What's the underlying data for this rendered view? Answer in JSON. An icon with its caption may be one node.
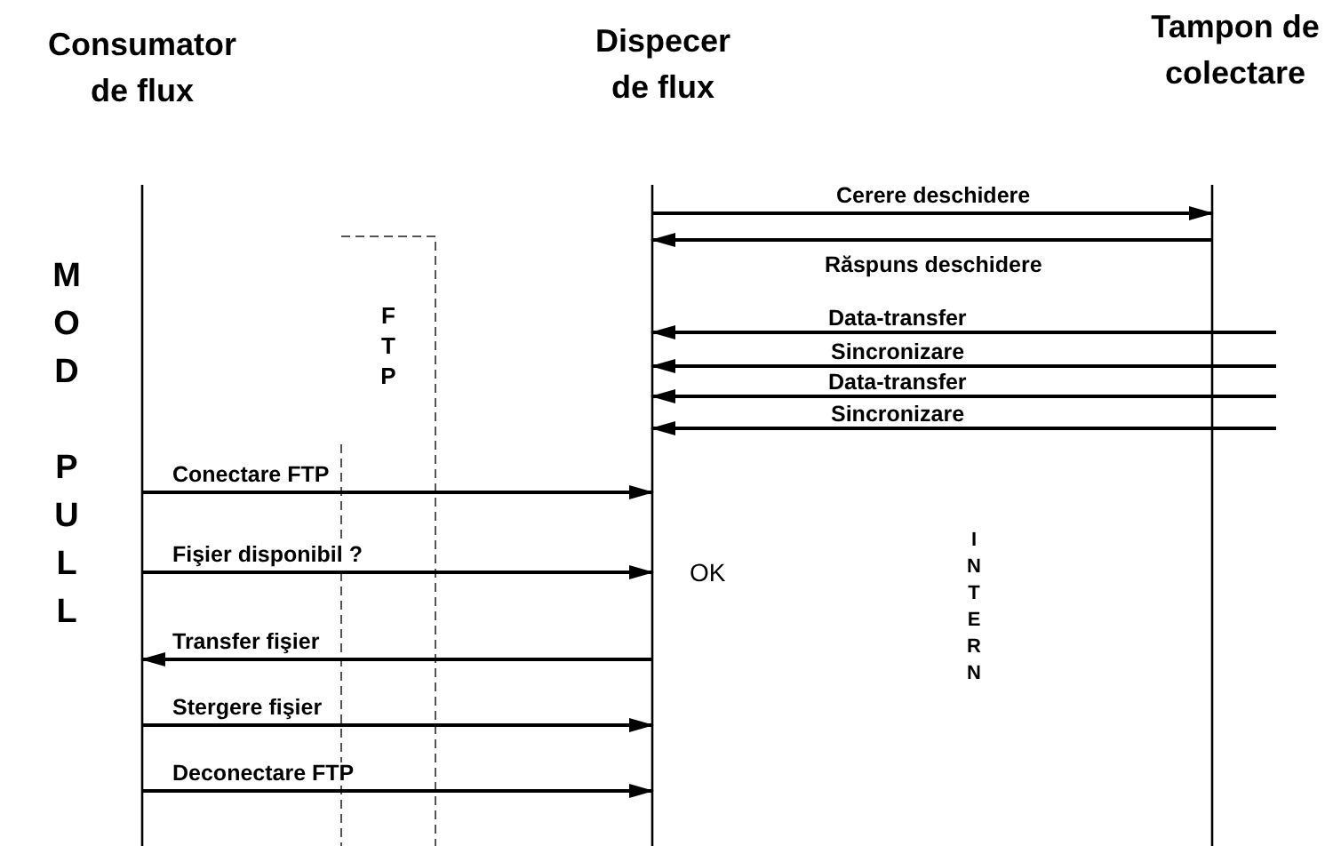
{
  "diagram": {
    "nodes": [
      {
        "text": [
          "Consumator de flux"
        ]
      },
      {
        "text": [
          "Dispecer de flux"
        ]
      },
      {
        "text": [
          "Tampon de colectare"
        ]
      }
    ],
    "edges": [
      {
        "from": 1,
        "to": 2,
        "arrow": "to",
        "label": "Cerere deschidere"
      },
      {
        "from": 2,
        "to": 1,
        "arrow": "to",
        "label": "Răspuns deschidere"
      },
      {
        "from": 2,
        "to": 1,
        "arrow": "to",
        "label": "Data-transfer"
      },
      {
        "from": 2,
        "to": 1,
        "arrow": "to",
        "label": "Sincronizare"
      },
      {
        "from": 2,
        "to": 1,
        "arrow": "to",
        "label": "Data-transfer"
      },
      {
        "from": 2,
        "to": 1,
        "arrow": "to",
        "label": "Sincronizare"
      },
      {
        "from": 0,
        "to": 1,
        "arrow": "to",
        "label": "Conectare FTP"
      },
      {
        "from": 0,
        "to": 1,
        "arrow": "to",
        "label": "Fişier disponibil ?"
      },
      {
        "from": 1,
        "to": 0,
        "arrow": "to",
        "label": "Transfer fişier"
      },
      {
        "from": 0,
        "to": 1,
        "arrow": "to",
        "label": "Stergere fişier"
      },
      {
        "from": 0,
        "to": 1,
        "arrow": "to",
        "label": "Deconectare FTP"
      }
    ],
    "labels": [
      "MOD PULL",
      "FTP",
      "OK",
      "INTERN"
    ]
  }
}
